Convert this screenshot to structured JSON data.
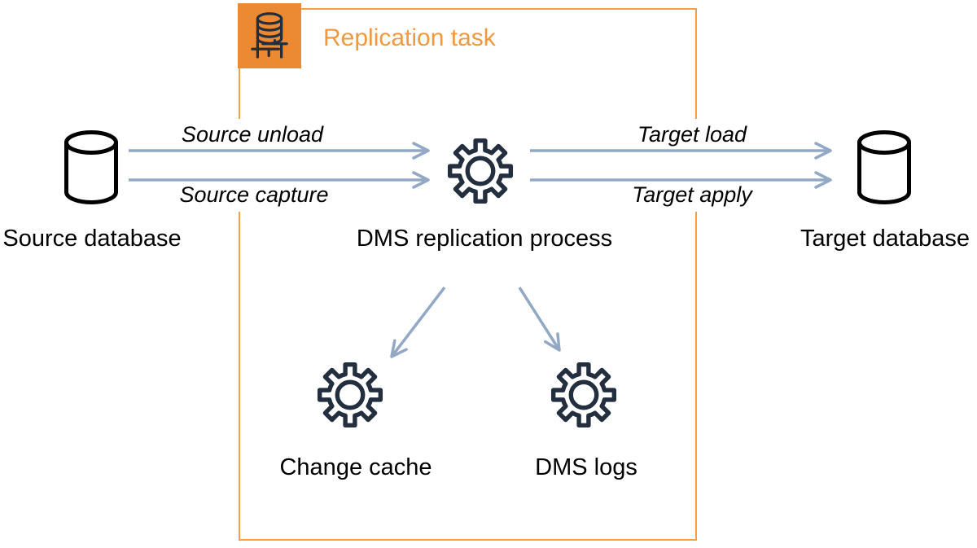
{
  "title": "Replication task",
  "colors": {
    "accent_orange_fill": "#EC8A33",
    "accent_orange_border": "#F2A04E",
    "accent_orange_text": "#F0993E",
    "arrow_blue": "#93A8C5",
    "icon_dark_navy": "#232F3E",
    "icon_black": "#000000",
    "text": "#000000",
    "background": "#FFFFFF"
  },
  "nodes": {
    "source_db": {
      "label": "Source database",
      "icon": "database-cylinder-icon"
    },
    "dms_process": {
      "label": "DMS replication process",
      "icon": "gear-icon"
    },
    "target_db": {
      "label": "Target database",
      "icon": "database-cylinder-icon"
    },
    "change_cache": {
      "label": "Change cache",
      "icon": "gear-icon"
    },
    "dms_logs": {
      "label": "DMS logs",
      "icon": "gear-icon"
    }
  },
  "container": {
    "label": "Replication task",
    "icon": "database-stack-on-stand-icon",
    "contains": [
      "dms_process",
      "change_cache",
      "dms_logs"
    ]
  },
  "edges": {
    "source_unload": {
      "label": "Source unload",
      "from": "source_db",
      "to": "dms_process"
    },
    "source_capture": {
      "label": "Source capture",
      "from": "source_db",
      "to": "dms_process"
    },
    "target_load": {
      "label": "Target load",
      "from": "dms_process",
      "to": "target_db"
    },
    "target_apply": {
      "label": "Target apply",
      "from": "dms_process",
      "to": "target_db"
    },
    "to_change_cache": {
      "label": "",
      "from": "dms_process",
      "to": "change_cache"
    },
    "to_dms_logs": {
      "label": "",
      "from": "dms_process",
      "to": "dms_logs"
    }
  }
}
